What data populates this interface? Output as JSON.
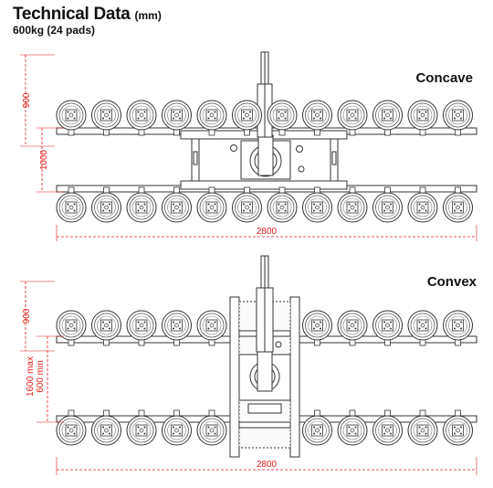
{
  "header": {
    "title": "Technical Data",
    "title_unit": "(mm)",
    "subtitle": "600kg (24 pads)"
  },
  "colors": {
    "dimension": "#e0201b",
    "line": "#333333",
    "text": "#111111"
  },
  "sections": [
    {
      "name": "Concave",
      "height_label": "900",
      "spacing_label": "1000",
      "width_label": "2800"
    },
    {
      "name": "Convex",
      "height_label": "900",
      "spacing_label_max": "1600 max",
      "spacing_label_min": "600 min",
      "width_label": "2800"
    }
  ]
}
